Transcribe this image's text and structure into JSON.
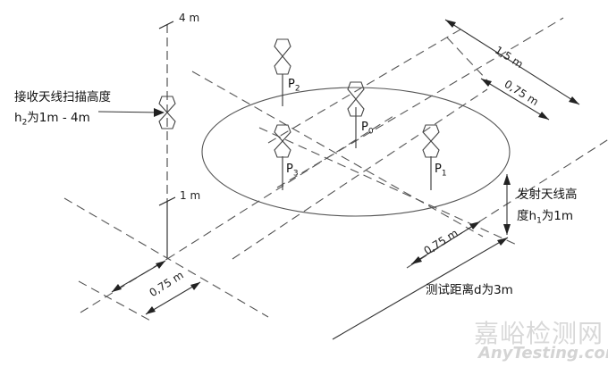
{
  "diagram": {
    "type": "antenna-test-setup-isometric",
    "receive_mast": {
      "top_label": "4 m",
      "bottom_label": "1 m",
      "annotation_line1": "接收天线扫描高度",
      "annotation_line2_prefix": "h",
      "annotation_line2_sub": "2",
      "annotation_line2_suffix": "为1m - 4m"
    },
    "points": [
      {
        "id": "P0",
        "base": "P",
        "sub": "0"
      },
      {
        "id": "P1",
        "base": "P",
        "sub": "1"
      },
      {
        "id": "P2",
        "base": "P",
        "sub": "2"
      },
      {
        "id": "P3",
        "base": "P",
        "sub": "3"
      }
    ],
    "dimensions": {
      "width_total": "1,5 m",
      "width_half": "0,75 m",
      "front_half": "0,75 m",
      "receive_offset": "0,75 m"
    },
    "transmit_height": {
      "line1": "发射天线高",
      "line2_prefix": "度h",
      "line2_sub": "1",
      "line2_suffix": "为1m"
    },
    "test_distance": "测试距离d为3m",
    "watermark": {
      "cn": "嘉峪检测网",
      "en": "AnyTesting.com"
    }
  }
}
